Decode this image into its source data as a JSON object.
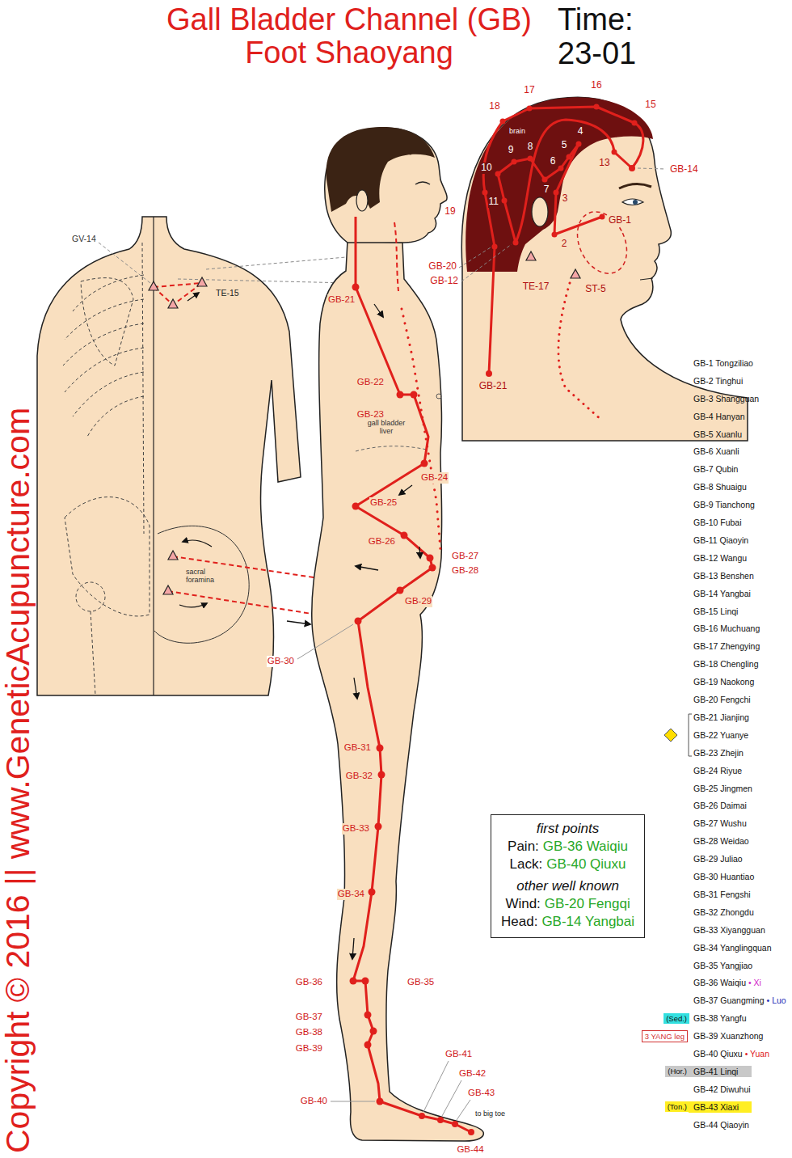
{
  "diagram": {
    "title": "Gall Bladder Channel (GB) Foot Shaoyang",
    "nodes": [
      {
        "text": [
          "first points",
          "Pain:",
          "GB-36 Waiqiu",
          "Lack:",
          "GB-40 Qiuxu",
          "other well known",
          "Wind:",
          "GB-20 Fengqi",
          "Head:",
          "GB-14 Yangbai"
        ]
      },
      {
        "text": [
          "(Sed.)"
        ]
      },
      {
        "text": [
          "3 YANG leg"
        ]
      },
      {
        "text": [
          "(Hor.)"
        ]
      },
      {
        "text": [
          "(Ton.)"
        ]
      }
    ],
    "labels": [
      "Time:",
      "23-01",
      "18",
      "17",
      "16",
      "15",
      "4",
      "5",
      "brain",
      "9",
      "8",
      "6",
      "13",
      "10",
      "7",
      "11",
      "3",
      "19",
      "2",
      "GB-14",
      "GB-1",
      "GB-20",
      "GB-12",
      "TE-17",
      "ST-5",
      "GB-21",
      "GV-14",
      "TE-15",
      "sacral foramina",
      "GB-21",
      "GB-22",
      "GB-23",
      "gall bladder liver",
      "GB-24",
      "GB-25",
      "GB-26",
      "GB-27",
      "GB-28",
      "GB-29",
      "GB-30",
      "GB-31",
      "GB-32",
      "GB-33",
      "GB-34",
      "GB-36",
      "GB-35",
      "GB-37",
      "GB-38",
      "GB-39",
      "GB-40",
      "GB-41",
      "GB-42",
      "GB-43",
      "to big toe",
      "GB-44",
      "GB-1 Tongziliao",
      "GB-2 Tinghui",
      "GB-3 Shangguan",
      "GB-4 Hanyan",
      "GB-5 Xuanlu",
      "GB-6 Xuanli",
      "GB-7 Qubin",
      "GB-8 Shuaigu",
      "GB-9 Tianchong",
      "GB-10 Fubai",
      "GB-11 Qiaoyin",
      "GB-12 Wangu",
      "GB-13 Benshen",
      "GB-14 Yangbai",
      "GB-15 Linqi",
      "GB-16 Muchuang",
      "GB-17 Zhengying",
      "GB-18 Chengling",
      "GB-19 Naokong",
      "GB-20 Fengchi",
      "GB-21 Jianjing",
      "GB-22 Yuanye",
      "GB-23 Zhejin",
      "GB-24 Riyue",
      "GB-25 Jingmen",
      "GB-26 Daimai",
      "GB-27 Wushu",
      "GB-28 Weidao",
      "GB-29 Juliao",
      "GB-30 Huantiao",
      "GB-31 Fengshi",
      "GB-32 Zhongdu",
      "GB-33 Xiyangguan",
      "GB-34 Yanglingquan",
      "GB-35 Yangjiao",
      "GB-36 Waiqiu",
      "GB-37 Guangming",
      "GB-38 Yangfu",
      "GB-39 Xuanzhong",
      "GB-40 Qiuxu",
      "GB-41 Linqi",
      "GB-42 Diwuhui",
      "GB-43 Xiaxi",
      "GB-44 Qiaoyin",
      "• Xi",
      "• Luo",
      "• Yuan",
      "Copyright © 2016 || www.GeneticAcupuncture.com"
    ]
  }
}
